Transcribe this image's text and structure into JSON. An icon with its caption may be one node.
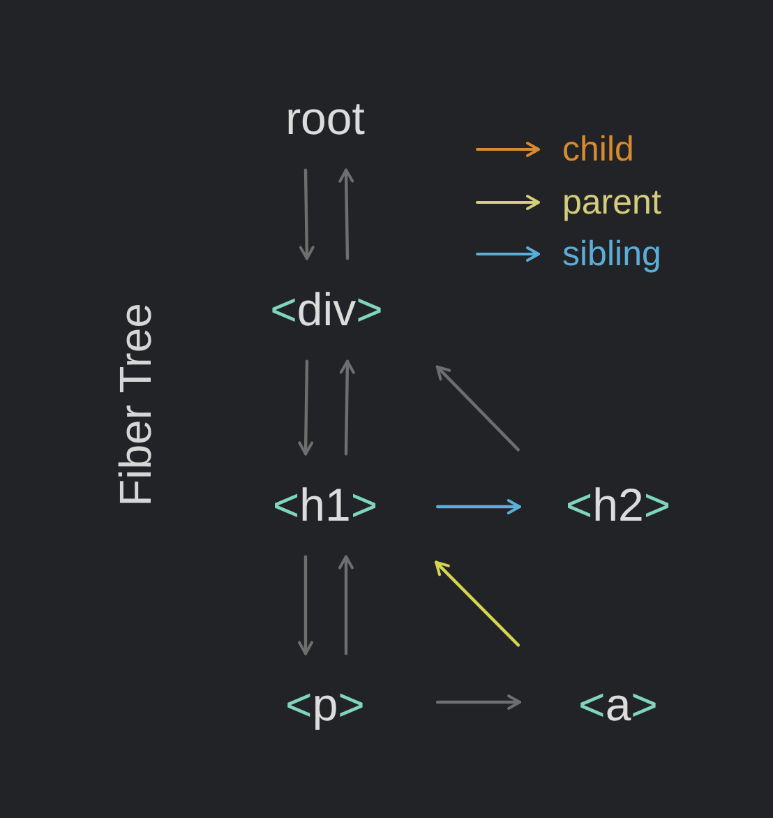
{
  "diagram": {
    "title": "Fiber Tree",
    "nodes": [
      {
        "text": [
          "root"
        ]
      },
      {
        "text": [
          "<div>"
        ]
      },
      {
        "text": [
          "<h1>"
        ]
      },
      {
        "text": [
          "<h2>"
        ]
      },
      {
        "text": [
          "<p>"
        ]
      },
      {
        "text": [
          "<a>"
        ]
      }
    ],
    "edges": [
      {
        "from": 0,
        "to": 1,
        "arrow": "to"
      },
      {
        "from": 1,
        "to": 0,
        "arrow": "to"
      },
      {
        "from": 1,
        "to": 2,
        "arrow": "to"
      },
      {
        "from": 2,
        "to": 1,
        "arrow": "to"
      },
      {
        "from": 3,
        "to": 1,
        "arrow": "to"
      },
      {
        "from": 2,
        "to": 3,
        "arrow": "to",
        "color": "#5ab0d8"
      },
      {
        "from": 2,
        "to": 4,
        "arrow": "to"
      },
      {
        "from": 4,
        "to": 2,
        "arrow": "to"
      },
      {
        "from": 5,
        "to": 2,
        "arrow": "to",
        "color": "#d6d550"
      },
      {
        "from": 4,
        "to": 5,
        "arrow": "to"
      }
    ],
    "legend": [
      {
        "text": "child",
        "color": "#d88a2e"
      },
      {
        "text": "parent",
        "color": "#d4cd7c"
      },
      {
        "text": "sibling",
        "color": "#5aaed8"
      }
    ]
  }
}
